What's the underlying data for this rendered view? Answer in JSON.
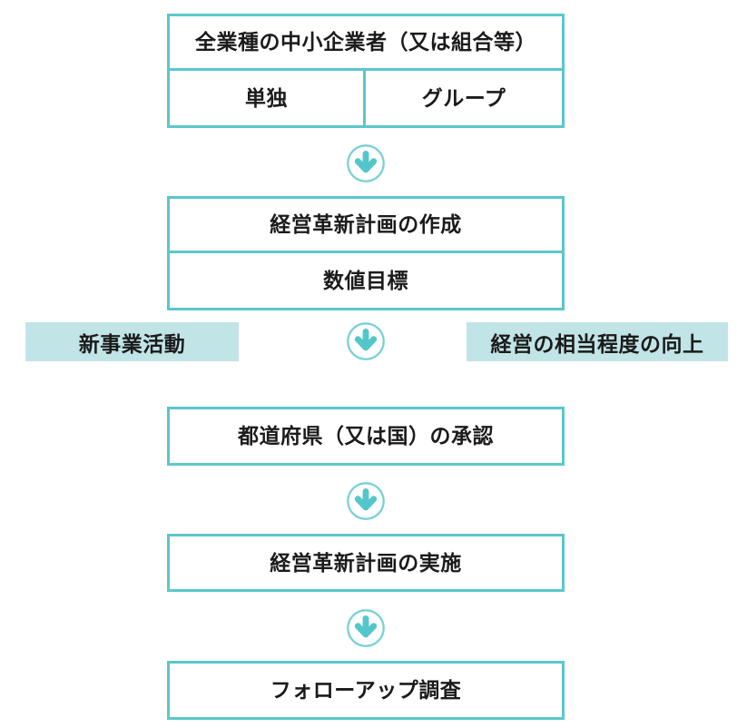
{
  "colors": {
    "border_teal": "#5bc7cb",
    "arrow_teal": "#53c6cb",
    "arrow_ring": "#79d0d4",
    "label_bg": "#c1e4e6",
    "text": "#1b1b1b"
  },
  "flow": {
    "step1": {
      "title": "全業種の中小企業者（又は組合等）",
      "cells": [
        "単独",
        "グループ"
      ]
    },
    "step2": {
      "title": "経営革新計画の作成",
      "sub": "数値目標"
    },
    "branch": {
      "left_label": "新事業活動",
      "right_label": "経営の相当程度の向上"
    },
    "step3": {
      "title": "都道府県（又は国）の承認"
    },
    "step4": {
      "title": "経営革新計画の実施"
    },
    "step5": {
      "title": "フォローアップ調査"
    }
  }
}
